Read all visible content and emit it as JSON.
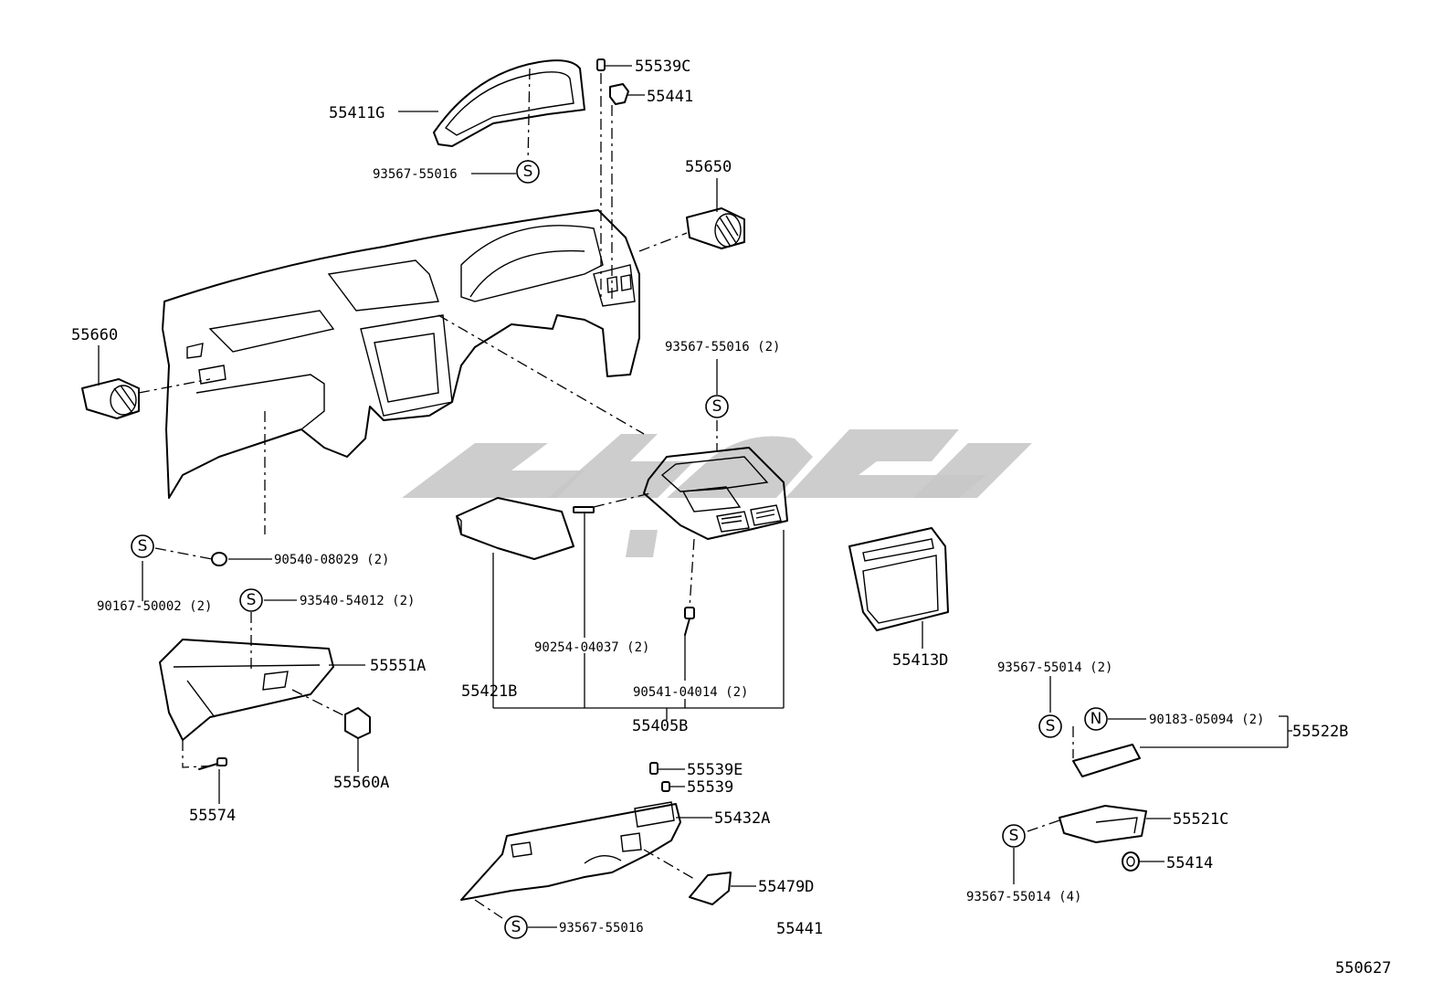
{
  "labels": {
    "p55539C": "55539C",
    "p55441_top": "55441",
    "p55411G": "55411G",
    "p93567_55016_a": "93567-55016",
    "p55650": "55650",
    "p55660": "55660",
    "p93567_55016_2": "93567-55016 (2)",
    "p90540_08029": "90540-08029 (2)",
    "p90167_50002": "90167-50002 (2)",
    "p93540_54012": "93540-54012 (2)",
    "p55551A": "55551A",
    "p90254_04037": "90254-04037 (2)",
    "p55413D": "55413D",
    "p93567_55014_2": "93567-55014 (2)",
    "p55421B": "55421B",
    "p90541_04014": "90541-04014 (2)",
    "p55405B": "55405B",
    "p90183_05094": "90183-05094 (2)",
    "p55522B": "55522B",
    "p55560A": "55560A",
    "p55574": "55574",
    "p55539E": "55539E",
    "p55539": "55539",
    "p55432A": "55432A",
    "p55521C": "55521C",
    "p55479D": "55479D",
    "p55414": "55414",
    "p93567_55014_4": "93567-55014 (4)",
    "p93567_55016_b": "93567-55016",
    "p55441_bottom": "55441",
    "diagram_code": "550627"
  },
  "symbols": {
    "screw": "S",
    "nut": "N"
  }
}
